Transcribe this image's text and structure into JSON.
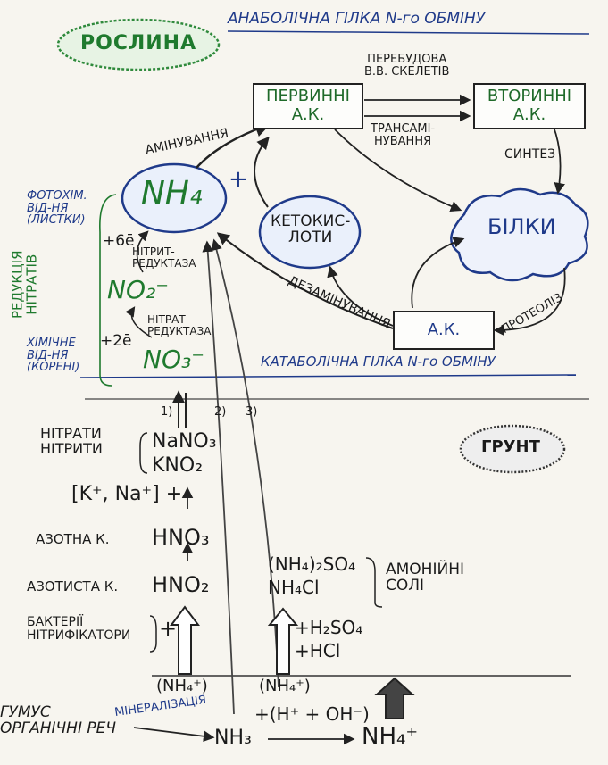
{
  "header": {
    "plant": "РОСЛИНА",
    "anabolic_title": "АНАБОЛІЧНА ГІЛКА N-го ОБМІНУ",
    "catabolic_title": "КАТАБОЛІЧНА ГІЛКА N-го ОБМІНУ",
    "soil": "ГРУНТ"
  },
  "nodes": {
    "primary_aa": "ПЕРВИННІ\nА.К.",
    "secondary_aa": "ВТОРИННІ\nА.К.",
    "nh4": "NH₄",
    "keto": "КЕТОКИС-\nЛОТИ",
    "proteins": "БІЛКИ",
    "aa": "А.К.",
    "no2": "NO₂⁻",
    "no3": "NO₃⁻"
  },
  "labels": {
    "rebuild": "ПЕРЕБУДОВА\nВ.В. СКЕЛЕТІВ",
    "transam": "ТРАНСАМІ-\nНУВАННЯ",
    "synthesis": "СИНТЕЗ",
    "amination": "АМІНУВАННЯ",
    "plus": "+",
    "photochem": "ФОТОХІМ.\nВІД-НЯ\n(ЛИСТКИ)",
    "reduction": "РЕДУКЦІЯ\nНІТРАТІВ",
    "six_e": "+6ē",
    "nitrite_red": "НІТРИТ-\nРЕДУКТАЗА",
    "nitrate_red": "НІТРАТ-\nРЕДУКТАЗА",
    "two_e": "+2ē",
    "chemical": "ХІМІЧНЕ\nВІД-НЯ\n(КОРЕНІ)",
    "deamination": "ДЕЗАМІНУВАННЯ",
    "proteolysis": "ПРОТЕОЛІЗ",
    "path1": "1)",
    "path2": "2)",
    "path3": "3)"
  },
  "soil_part": {
    "nitrates": "НІТРАТИ\nНІТРИТИ",
    "nano3": "NaNO₃",
    "kno2": "KNO₂",
    "cations": "[K⁺, Na⁺] +",
    "nitric_acid_label": "АЗОТНА К.",
    "hno3": "HNO₃",
    "nitrous_acid_label": "АЗОТИСТА К.",
    "hno2": "HNO₂",
    "bacteria": "БАКТЕРІЇ\nНІТРИФІКАТОРИ",
    "bacteria_plus": "+",
    "nh42so4": "(NH₄)₂SO₄",
    "nh4cl": "NH₄Cl",
    "ammonium_salts": "АМОНІЙНІ\nСОЛІ",
    "h2so4": "+H₂SO₄",
    "hcl": "+HCl",
    "nh4_left": "(NH₄⁺)",
    "nh4_mid": "(NH₄⁺)",
    "humus": "ГУМУС\nОРГАНІЧНІ РЕЧ",
    "mineralization": "МІНЕРАЛІЗАЦІЯ",
    "nh3": "NH₃",
    "water_ions": "+(H⁺ + OH⁻)",
    "nh4_final": "NH₄⁺"
  },
  "colors": {
    "ink": "#1a1a1a",
    "blue_ink": "#1f3a8a",
    "green_ink": "#1f7a2e",
    "paper": "#f7f5ef"
  }
}
